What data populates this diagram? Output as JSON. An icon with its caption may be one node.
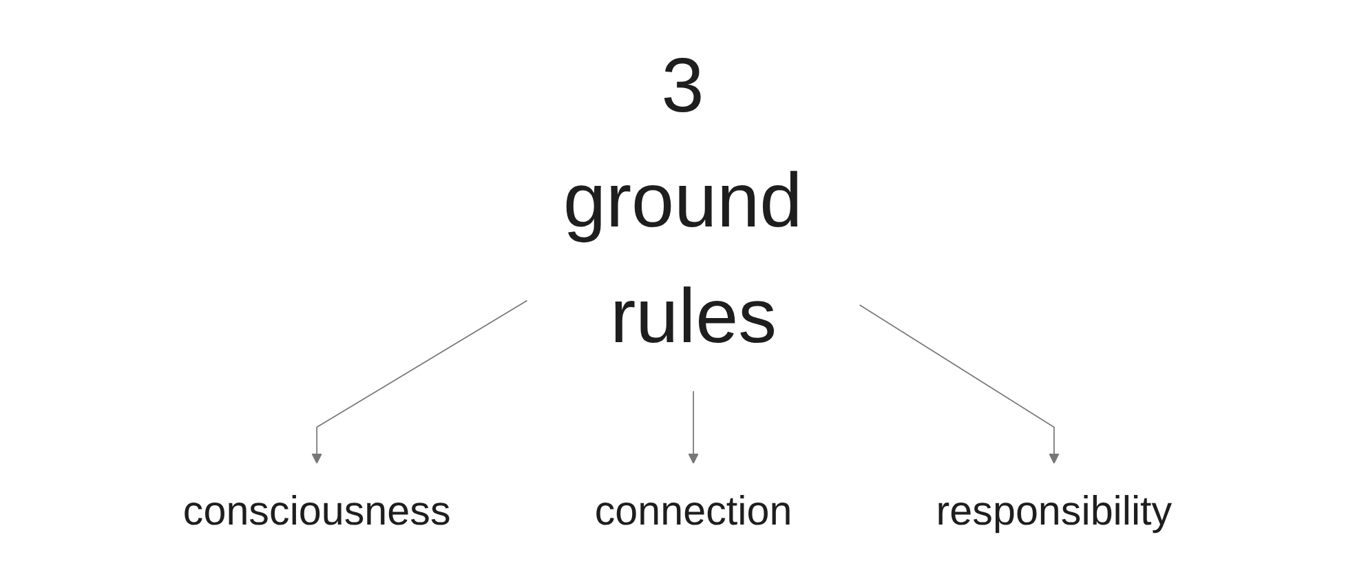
{
  "diagram": {
    "nodes": [
      {
        "text": [
          "3 ground rules"
        ]
      },
      {
        "text": [
          "consciousness"
        ]
      },
      {
        "text": [
          "connection"
        ]
      },
      {
        "text": [
          "responsibility"
        ]
      }
    ],
    "edges": [
      {
        "from": 0,
        "to": 1,
        "arrow": "to"
      },
      {
        "from": 0,
        "to": 2,
        "arrow": "to"
      },
      {
        "from": 0,
        "to": 3,
        "arrow": "to"
      }
    ]
  }
}
